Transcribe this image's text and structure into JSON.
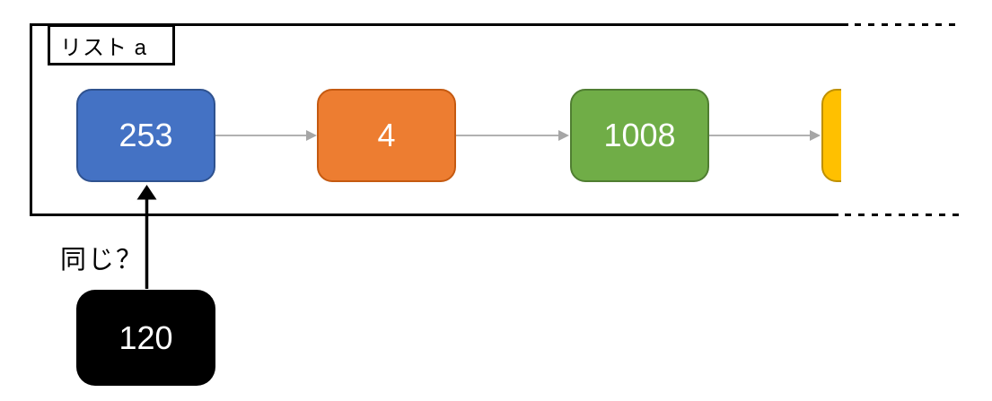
{
  "diagram": {
    "background_color": "#FFFFFF",
    "outline_color": "#000000",
    "connector_color": "#A6A6A6",
    "continuation_style": "dashed lines to the right indicate the list continues"
  },
  "list_a": {
    "label": "リスト a",
    "nodes": [
      {
        "value": "253",
        "fill": "#4472C4",
        "border": "#2F528F",
        "text_color": "#FFFFFF",
        "partially_visible": false
      },
      {
        "value": "4",
        "fill": "#ED7D31",
        "border": "#C55A11",
        "text_color": "#FFFFFF",
        "partially_visible": false
      },
      {
        "value": "1008",
        "fill": "#70AD47",
        "border": "#507E32",
        "text_color": "#FFFFFF",
        "partially_visible": false
      },
      {
        "value": "",
        "fill": "#FFC000",
        "border": "#BF9000",
        "text_color": "#FFFFFF",
        "partially_visible": true
      }
    ]
  },
  "comparison": {
    "question_label": "同じ？",
    "node": {
      "value": "120",
      "fill": "#000000",
      "text_color": "#FFFFFF"
    }
  }
}
